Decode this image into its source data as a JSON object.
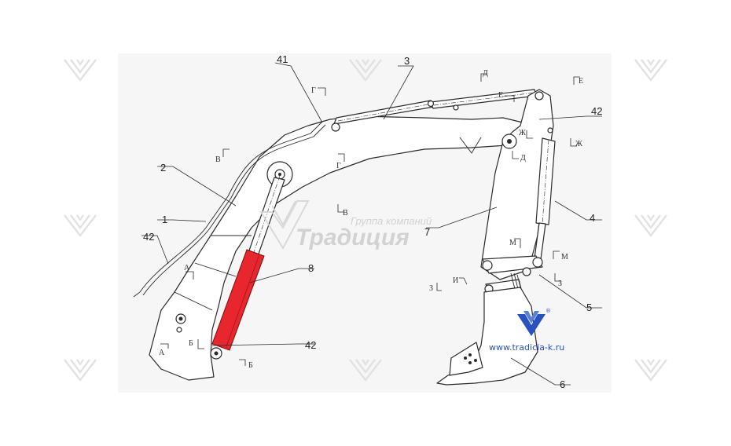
{
  "diagram": {
    "part_labels": [
      "41",
      "3",
      "42",
      "2",
      "1",
      "42",
      "8",
      "42",
      "7",
      "4",
      "5",
      "6"
    ],
    "section_labels": [
      "Г",
      "Д",
      "Е",
      "Е",
      "Ж",
      "Ж",
      "Д",
      "В",
      "Г",
      "В",
      "А",
      "А",
      "Б",
      "Б",
      "М",
      "М",
      "И",
      "З",
      "З"
    ]
  },
  "watermark": {
    "company": "Группа компаний",
    "brand": "Традиция",
    "url": "www.tradicia-k.ru",
    "registered_mark": "®"
  },
  "colors": {
    "highlight_cylinder": "#e8262e",
    "logo_blue": "#2a52be",
    "line": "#2b2b2b"
  }
}
